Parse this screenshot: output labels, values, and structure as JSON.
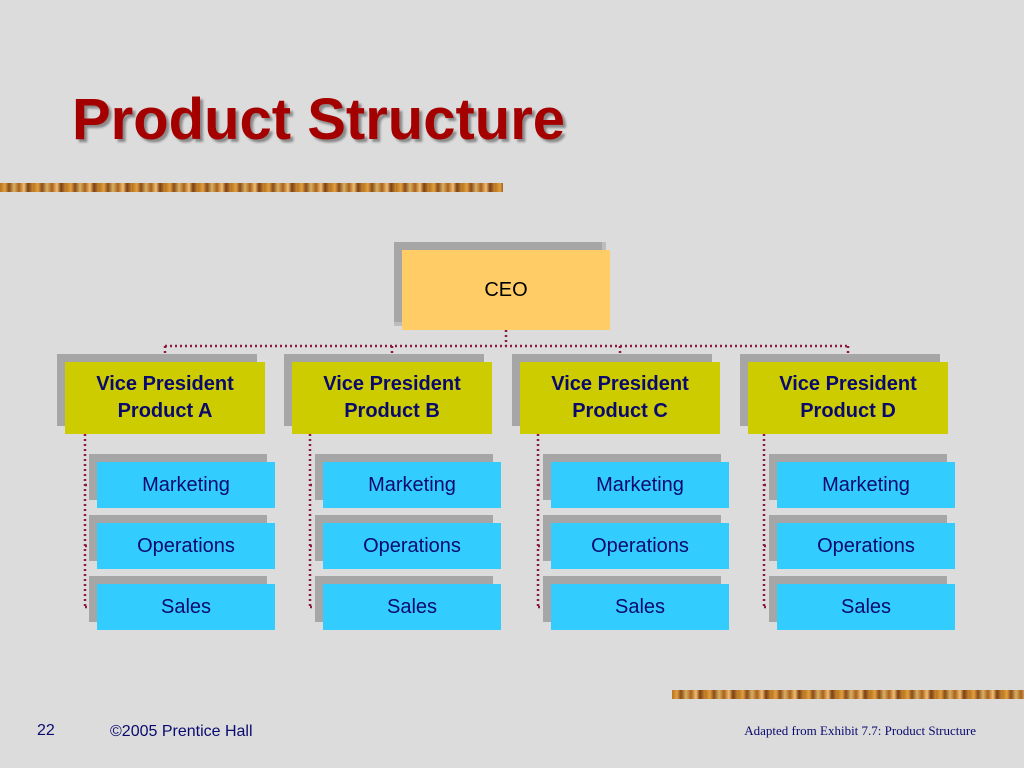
{
  "slide": {
    "title": "Product Structure",
    "page_number": "22",
    "copyright": "©2005 Prentice Hall",
    "source": "Adapted from Exhibit 7.7: Product Structure"
  },
  "org_chart": {
    "root": "CEO",
    "divisions": [
      {
        "vp_line1": "Vice President",
        "vp_line2": "Product A",
        "departments": [
          "Marketing",
          "Operations",
          "Sales"
        ]
      },
      {
        "vp_line1": "Vice President",
        "vp_line2": "Product B",
        "departments": [
          "Marketing",
          "Operations",
          "Sales"
        ]
      },
      {
        "vp_line1": "Vice President",
        "vp_line2": "Product C",
        "departments": [
          "Marketing",
          "Operations",
          "Sales"
        ]
      },
      {
        "vp_line1": "Vice President",
        "vp_line2": "Product D",
        "departments": [
          "Marketing",
          "Operations",
          "Sales"
        ]
      }
    ]
  },
  "colors": {
    "title": "#a50000",
    "ceo_box": "#ffcc66",
    "vp_box": "#cccc00",
    "dept_box": "#33ccff",
    "connector": "#8b1a3c"
  }
}
